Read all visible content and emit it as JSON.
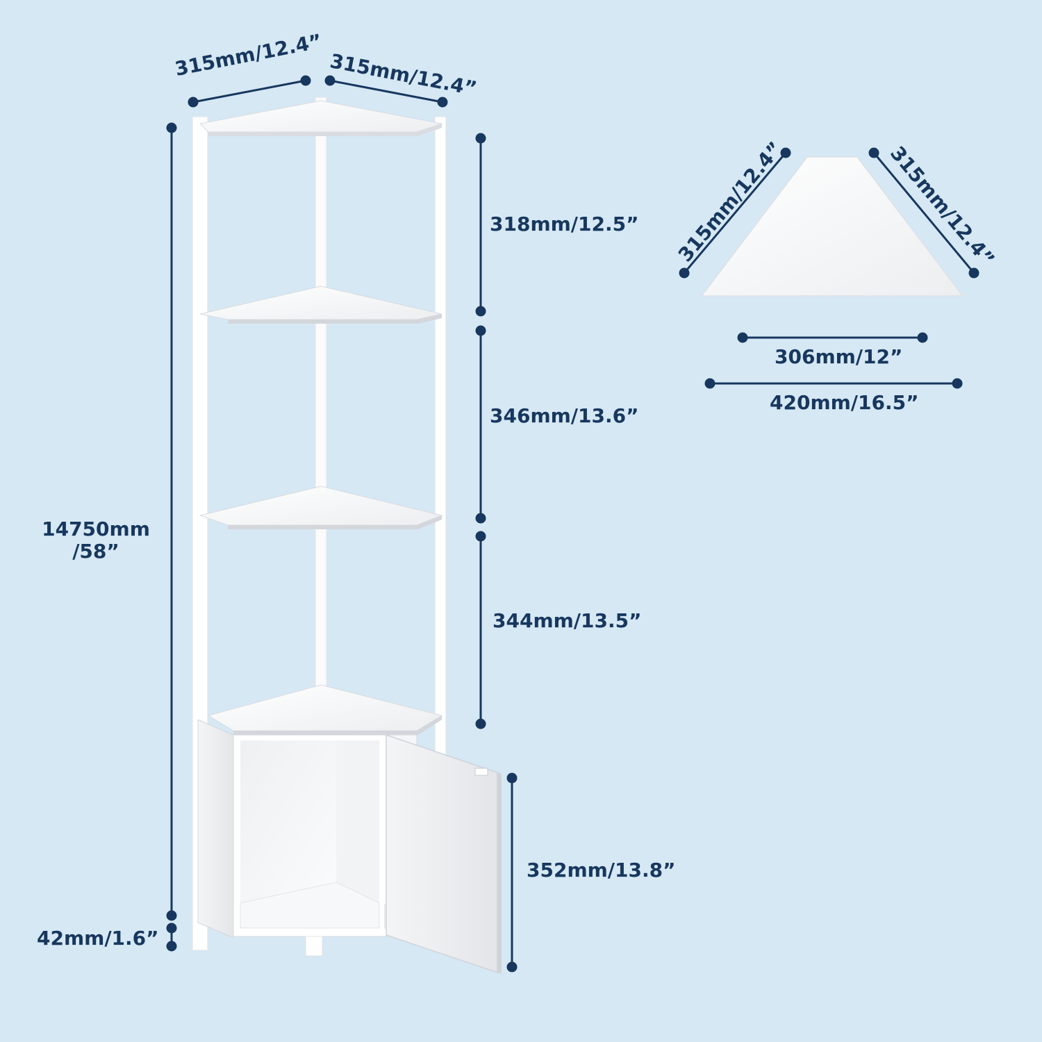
{
  "colors": {
    "background": "#d6e8f4",
    "dimension_navy": "#17375e",
    "furniture_white": "#ffffff",
    "shelf_edge_gray": "#c9ced4"
  },
  "product_view": {
    "top_left_edge": "315mm/12.4”",
    "top_right_edge": "315mm/12.4”",
    "total_height_line1": "14750mm",
    "total_height_line2": "/58”",
    "shelf_gap_top": "318mm/12.5”",
    "shelf_gap_middle": "346mm/13.6”",
    "shelf_gap_lower": "344mm/13.5”",
    "cabinet_height": "352mm/13.8”",
    "foot_height": "42mm/1.6”"
  },
  "top_view": {
    "left_side": "315mm/12.4”",
    "right_side": "315mm/12.4”",
    "front_edge": "306mm/12”",
    "overall_width": "420mm/16.5”"
  }
}
